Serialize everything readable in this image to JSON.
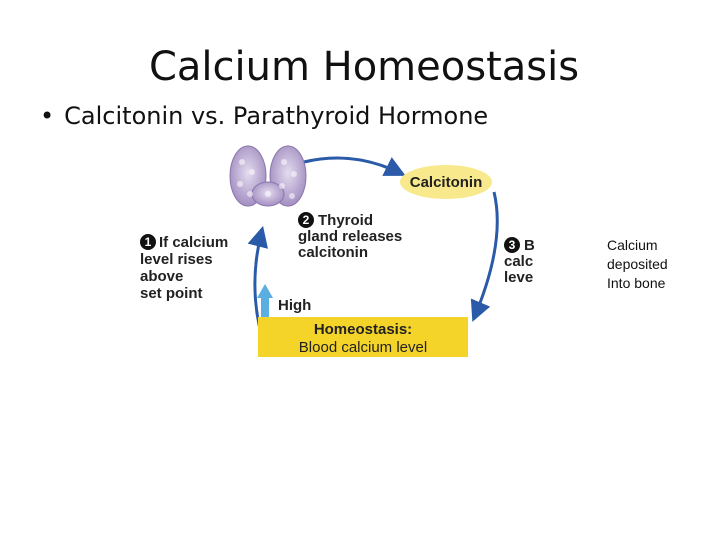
{
  "slide": {
    "title": "Calcium Homeostasis",
    "bullet_marker": "•",
    "bullet": "Calcitonin vs. Parathyroid Hormone"
  },
  "figure": {
    "calcitonin_label": "Calcitonin",
    "step1": {
      "number": "1",
      "lines": [
        "If calcium",
        "level rises",
        "above",
        "set point"
      ]
    },
    "step2": {
      "number": "2",
      "lines": [
        "Thyroid",
        "gland releases",
        "calcitonin"
      ]
    },
    "step3": {
      "number": "3",
      "lines": [
        "Blood",
        "calcium",
        "level falls"
      ]
    },
    "high_label": "High",
    "homeostasis_title": "Homeostasis:",
    "homeostasis_sub": "Blood calcium level"
  },
  "note": {
    "lines": [
      "Calcium",
      "deposited",
      "Into bone"
    ]
  },
  "colors": {
    "arrow_blue": "#2a5aa8",
    "calcitonin_oval": "#f7e98c",
    "homeostasis_box": "#f5d42a",
    "thyroid": "#b8a6cf",
    "high_arrow": "#5aaee0"
  },
  "icons": [
    "thyroid-gland-icon",
    "high-arrow-icon"
  ]
}
